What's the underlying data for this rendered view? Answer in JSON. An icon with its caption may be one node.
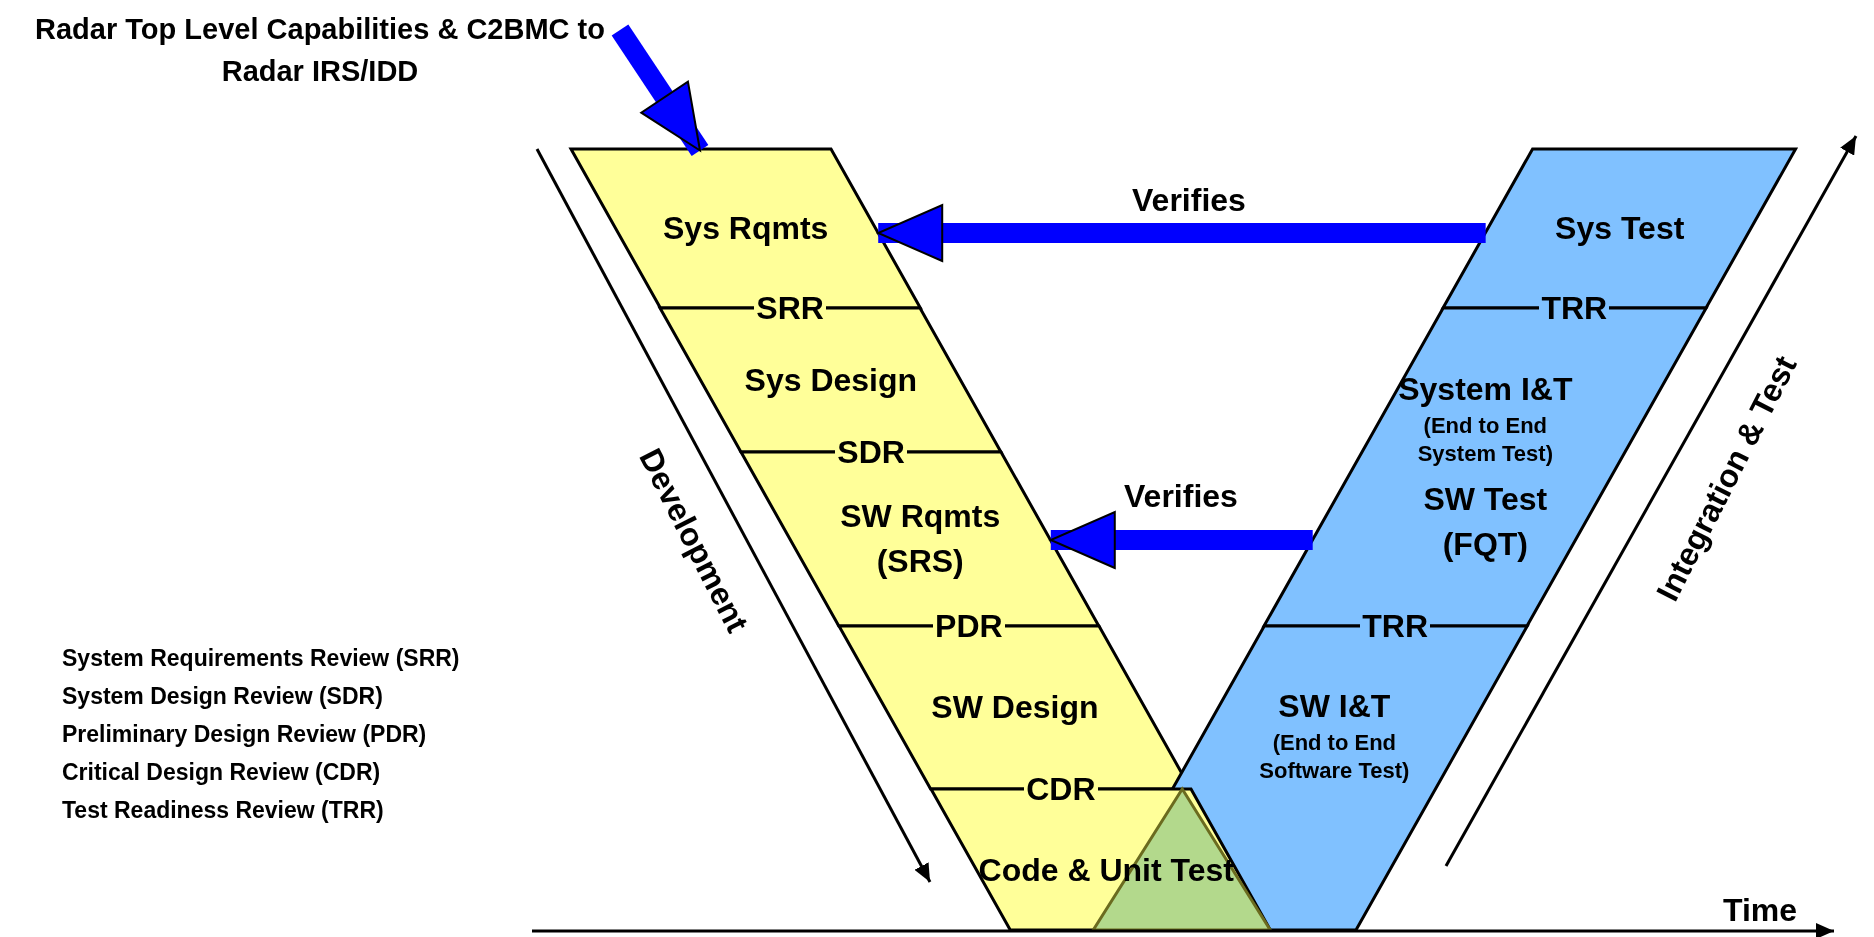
{
  "diagram": {
    "nodes": [
      {
        "text": [
          "Radar Top Level Capabilities & C2BMC to Radar IRS/IDD"
        ]
      },
      {
        "text": [
          "Sys Rqmts"
        ]
      },
      {
        "text": [
          "Sys Design"
        ]
      },
      {
        "text": [
          "SW Rqmts (SRS)"
        ]
      },
      {
        "text": [
          "SW Design"
        ]
      },
      {
        "text": [
          "Code & Unit Test"
        ]
      },
      {
        "text": [
          "Sys Test"
        ]
      },
      {
        "text": [
          "System I&T",
          "(End to End System Test)",
          "SW Test (FQT)"
        ]
      },
      {
        "text": [
          "SW I&T",
          "(End to End Software Test)"
        ]
      }
    ],
    "edges": [
      {
        "from": 0,
        "to": 1,
        "arrow": "to"
      },
      {
        "from": 6,
        "to": 1,
        "arrow": "to",
        "label": "Verifies"
      },
      {
        "from": 7,
        "to": 3,
        "arrow": "to",
        "label": "Verifies"
      }
    ],
    "labels": [
      "SRR",
      "TRR",
      "SDR",
      "Integration & Test",
      "Development",
      "PDR",
      "TRR",
      "System Requirements Review (SRR)",
      "System Design Review (SDR)",
      "Preliminary Design Review (PDR)",
      "Critical Design Review (CDR)",
      "Test Readiness Review (TRR)",
      "CDR",
      "Time"
    ]
  }
}
